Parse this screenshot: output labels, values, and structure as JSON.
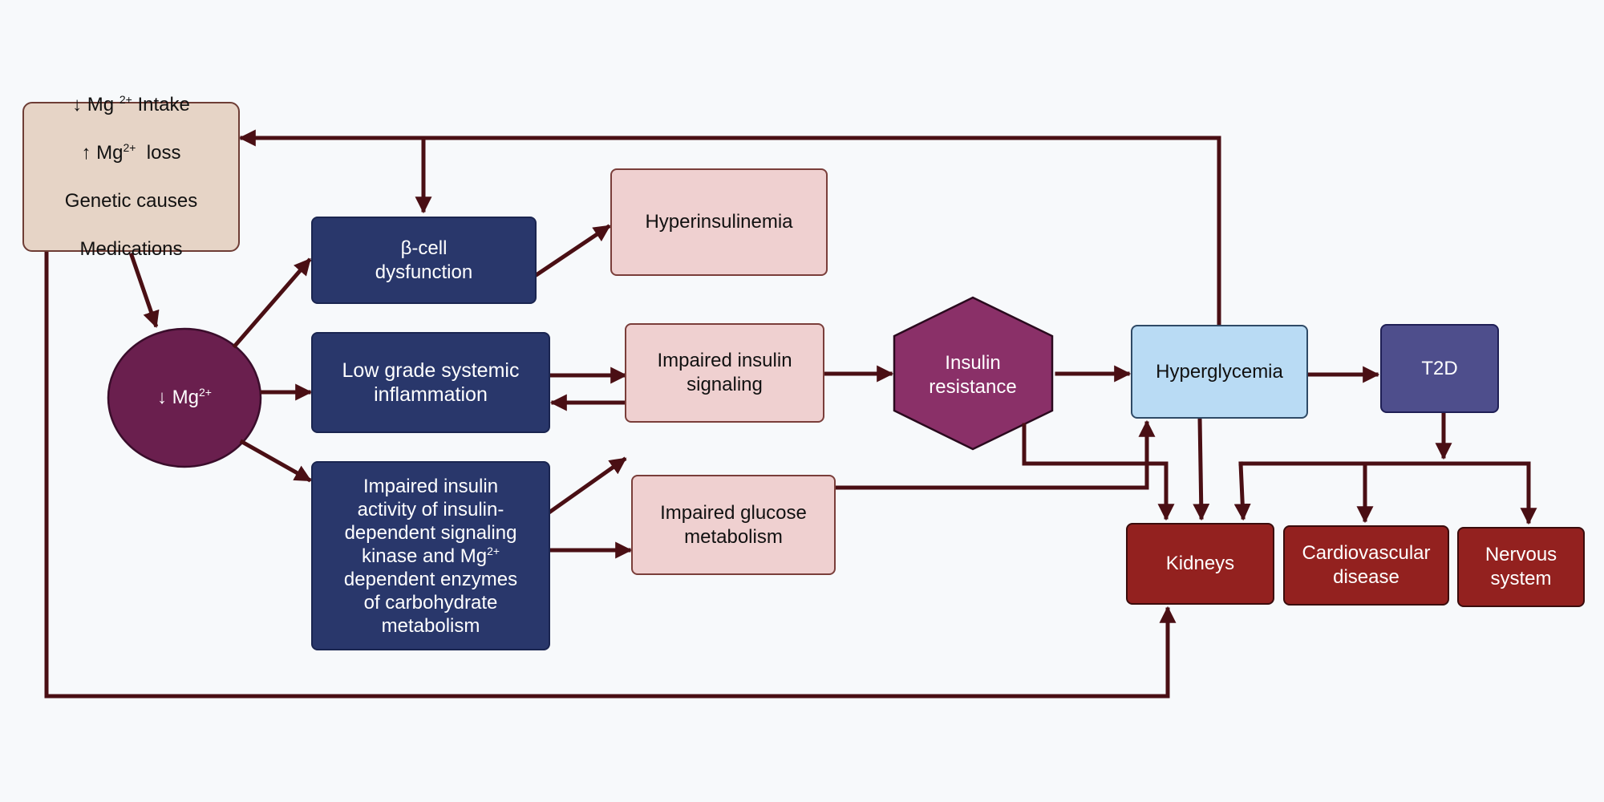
{
  "nodes": {
    "causes": {
      "line1_a": "↓ Mg ",
      "line1_sup": "2+",
      "line1_b": " Intake",
      "line2_a": "↑ Mg",
      "line2_sup": "2+",
      "line2_b": "  loss",
      "line3": "Genetic causes",
      "line4": "Medications"
    },
    "mg_low": {
      "text_a": "↓ Mg",
      "sup": "2+"
    },
    "beta_cell": {
      "label": "β-cell\ndysfunction"
    },
    "hyperinsulinemia": {
      "label": "Hyperinsulinemia"
    },
    "inflammation": {
      "label": "Low grade systemic\ninflammation"
    },
    "impaired_signaling": {
      "label": "Impaired insulin\nsignaling"
    },
    "impaired_activity": {
      "part1": "Impaired insulin\nactivity of insulin-\ndependent signaling\nkinase and Mg",
      "sup": "2+",
      "part2": "\ndependent enzymes\nof carbohydrate\nmetabolism"
    },
    "impaired_glucose": {
      "label": "Impaired glucose\nmetabolism"
    },
    "insulin_resistance": {
      "label": "Insulin\nresistance"
    },
    "hyperglycemia": {
      "label": "Hyperglycemia"
    },
    "t2d": {
      "label": "T2D"
    },
    "kidneys": {
      "label": "Kidneys"
    },
    "cardiovascular": {
      "label": "Cardiovascular\ndisease"
    },
    "nervous": {
      "label": "Nervous\nsystem"
    }
  },
  "colors": {
    "connector": "#4a0f14",
    "plum_circle": "#6a1f4e",
    "plum_hexagon": "#8a3068"
  }
}
